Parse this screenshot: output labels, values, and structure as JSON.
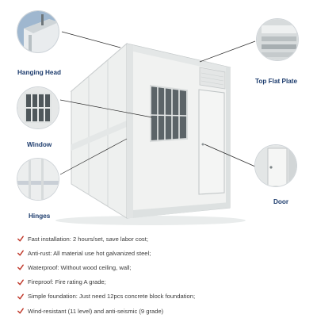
{
  "labels": {
    "hanging_head": "Hanging Head",
    "top_flat_plate": "Top Flat Plate",
    "window": "Window",
    "door": "Door",
    "hinges": "Hinges"
  },
  "features": [
    "Fast installation: 2 hours/set, save labor cost;",
    "Anti-rust: All material use hot galvanized steel;",
    "Waterproof: Without wood ceiling, wall;",
    "Fireproof: Fire rating A grade;",
    "Simple foundation: Just need 12pcs concrete block foundation;",
    "Wind-resistant (11 level) and anti-seismic (9 grade)"
  ],
  "colors": {
    "label_text": "#1e3d6e",
    "check_mark": "#c0392b",
    "panel_white": "#f2f3f2",
    "frame": "#e6e8e8",
    "leader_line": "#2b2b2b"
  },
  "icons": {
    "feature_bullet": "red-check-icon"
  }
}
